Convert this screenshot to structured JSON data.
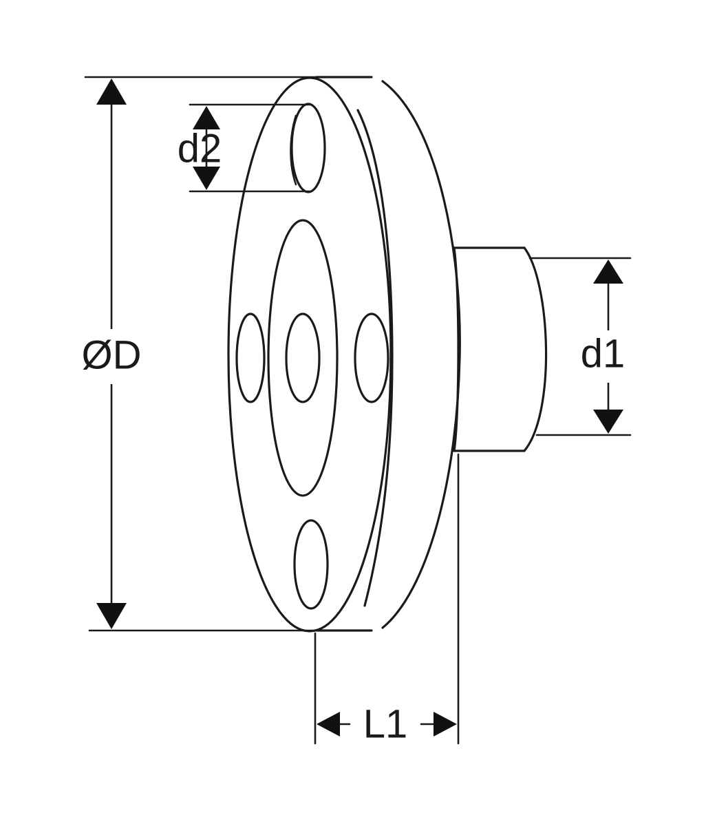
{
  "labels": {
    "outer_diameter": "ØD",
    "bolt_hole_diameter": "d2",
    "hub_diameter": "d1",
    "length": "L1"
  },
  "colors": {
    "line": "#1a1a1a",
    "background": "#ffffff"
  }
}
